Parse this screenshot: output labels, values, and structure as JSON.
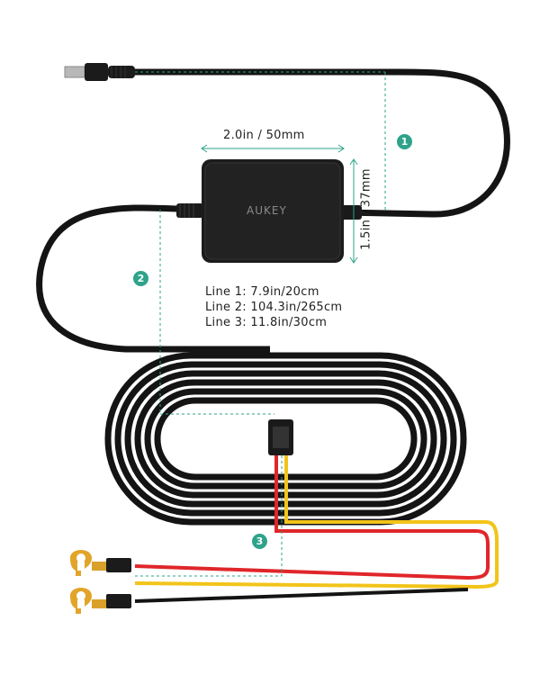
{
  "dimensions": {
    "width_label": "2.0in / 50mm",
    "height_label": "1.5in / 37mm"
  },
  "brand": "AUKEY",
  "specs": [
    "Line 1: 7.9in/20cm",
    "Line 2: 104.3in/265cm",
    "Line 3: 11.8in/30cm"
  ],
  "badges": [
    "1",
    "2",
    "3"
  ],
  "colors": {
    "accent": "#2ea38a",
    "cable": "#141414",
    "red_wire": "#e0262a",
    "yellow_wire": "#f2c41a",
    "terminal": "#e2a52a"
  },
  "icons": {
    "usb": "mini-usb-plug-icon",
    "terminal": "spade-terminal-icon"
  }
}
